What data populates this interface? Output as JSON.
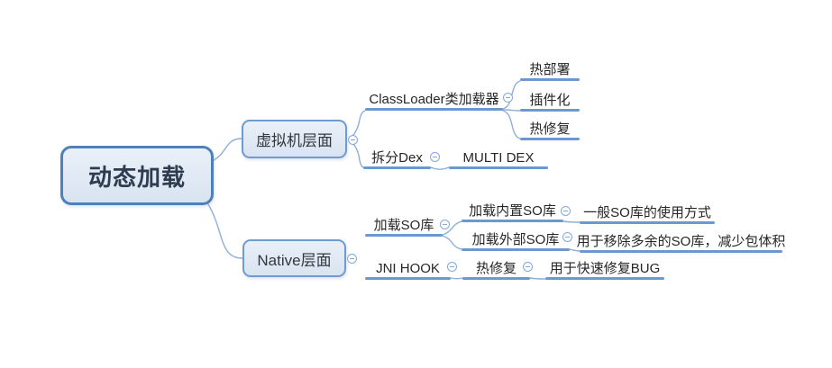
{
  "root": {
    "label": "动态加载"
  },
  "branches": [
    {
      "label": "虚拟机层面",
      "children": [
        {
          "label": "ClassLoader类加载器",
          "children": [
            {
              "label": "热部署"
            },
            {
              "label": "插件化"
            },
            {
              "label": "热修复"
            }
          ]
        },
        {
          "label": "拆分Dex",
          "children": [
            {
              "label": "MULTI DEX"
            }
          ]
        }
      ]
    },
    {
      "label": "Native层面",
      "children": [
        {
          "label": "加载SO库",
          "children": [
            {
              "label": "加载内置SO库",
              "children": [
                {
                  "label": "一般SO库的使用方式"
                }
              ]
            },
            {
              "label": "加载外部SO库",
              "children": [
                {
                  "label": "用于移除多余的SO库，减少包体积"
                }
              ]
            }
          ]
        },
        {
          "label": "JNI HOOK",
          "children": [
            {
              "label": "热修复",
              "children": [
                {
                  "label": "用于快速修复BUG"
                }
              ]
            }
          ]
        }
      ]
    }
  ],
  "icons": {
    "collapse": "minus-in-circle"
  },
  "colors": {
    "root_border": "#4d80bd",
    "branch_border": "#6e9bd2",
    "box_fill": "#dce6f2",
    "topic_rule": "#6c98d0",
    "connector": "#8fafd9",
    "root_text": "#2f3c4f",
    "topic_text": "#262626",
    "background": "#ffffff"
  }
}
